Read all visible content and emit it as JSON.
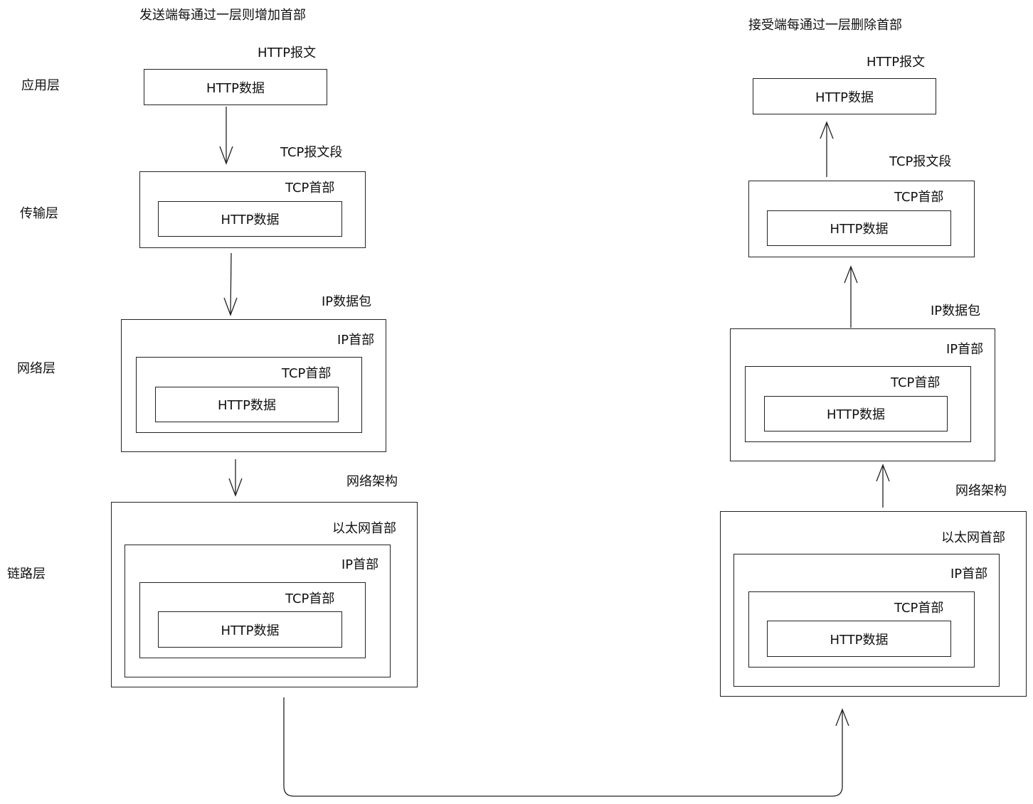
{
  "layers": {
    "application": "应用层",
    "transport": "传输层",
    "network": "网络层",
    "link": "链路层"
  },
  "sender": {
    "title": "发送端每通过一层则增加首部",
    "http_message": "HTTP报文",
    "tcp_segment": "TCP报文段",
    "ip_packet": "IP数据包",
    "network_frame": "网络架构",
    "http_data": "HTTP数据",
    "tcp_header": "TCP首部",
    "ip_header": "IP首部",
    "ethernet_header": "以太网首部"
  },
  "receiver": {
    "title": "接受端每通过一层删除首部",
    "http_message": "HTTP报文",
    "tcp_segment": "TCP报文段",
    "ip_packet": "IP数据包",
    "network_frame": "网络架构",
    "http_data": "HTTP数据",
    "tcp_header": "TCP首部",
    "ip_header": "IP首部",
    "ethernet_header": "以太网首部"
  }
}
